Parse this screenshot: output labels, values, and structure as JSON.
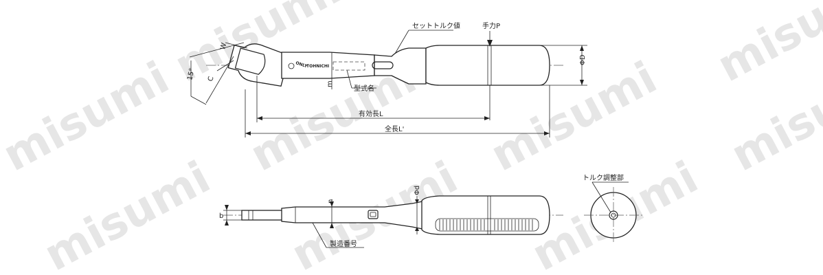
{
  "watermark": {
    "text": "misumi"
  },
  "labels": {
    "set_torque": "セットトルク値",
    "hand_force": "手力P",
    "diameter_D": "ΦD",
    "model_name": "型式名",
    "effective_length": "有効長L",
    "total_length": "全長L'",
    "dim_W": "W",
    "dim_C": "C",
    "dim_m": "m",
    "angle": "15°",
    "dim_n": "n",
    "diameter_d": "Φd",
    "dim_b": "b",
    "serial_number": "製造番号",
    "torque_adjust": "トルク調整部"
  },
  "stamp": {
    "only": "ONLY",
    "brand": "TOHNICHI"
  }
}
